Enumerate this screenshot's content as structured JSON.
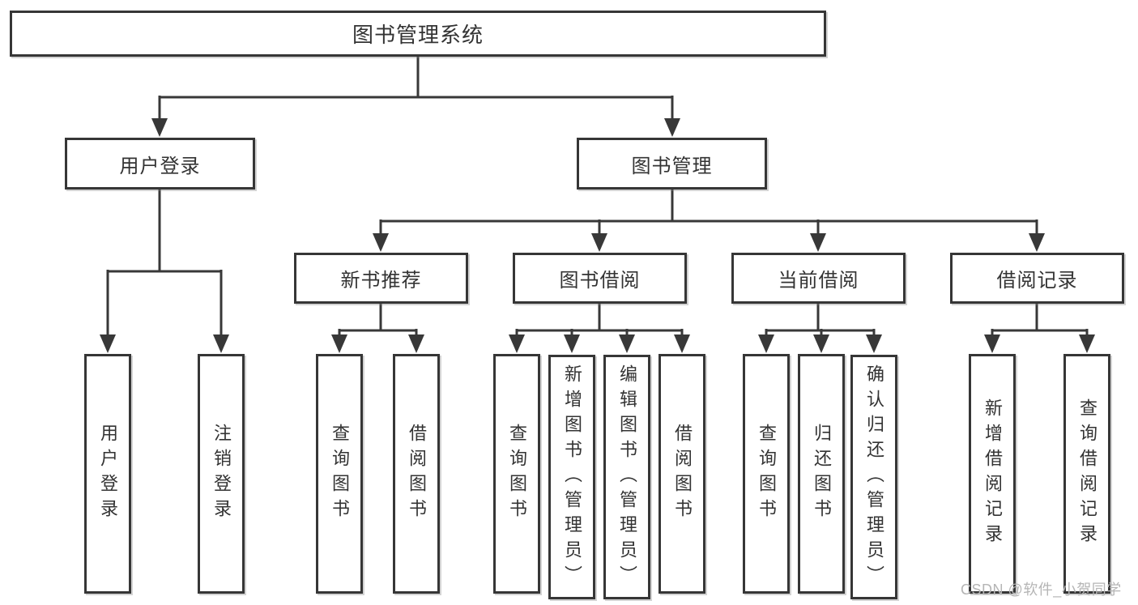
{
  "tree": {
    "root": "图书管理系统",
    "branches": [
      {
        "label": "用户登录",
        "children": [
          "用户登录",
          "注销登录"
        ]
      },
      {
        "label": "图书管理",
        "sections": [
          {
            "label": "新书推荐",
            "children": [
              "查询图书",
              "借阅图书"
            ]
          },
          {
            "label": "图书借阅",
            "children": [
              "查询图书",
              "新增图书（管理员）",
              "编辑图书（管理员）",
              "借阅图书"
            ]
          },
          {
            "label": "当前借阅",
            "children": [
              "查询图书",
              "归还图书",
              "确认归还（管理员）"
            ]
          },
          {
            "label": "借阅记录",
            "children": [
              "新增借阅记录",
              "查询借阅记录"
            ]
          }
        ]
      }
    ]
  },
  "watermark": "CSDN @软件_小贺同学",
  "colors": {
    "line": "#383838",
    "border": "#363636",
    "text": "#333333",
    "watermark": "#b5b5b5",
    "background": "#ffffff"
  }
}
